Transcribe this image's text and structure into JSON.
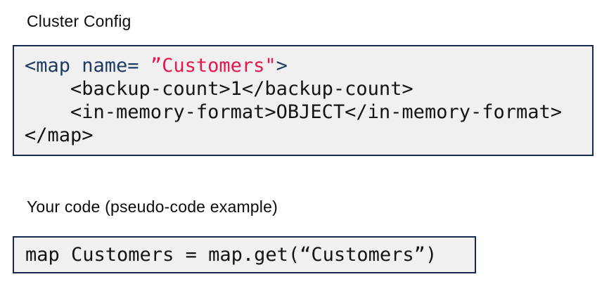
{
  "colors": {
    "code_block_background": "#f0f0f0",
    "code_block_border": "#17294d",
    "xml_tag_navy": "#1e3a5f",
    "string_red": "#e8174d",
    "code_text_black": "#141414",
    "heading_black": "#0b0b0b",
    "page_background": "#ffffff"
  },
  "cluster_config": {
    "heading": "Cluster Config",
    "code": {
      "line1_tag_open": "<map name= ",
      "line1_string": "”Customers\"",
      "line1_tag_close": ">",
      "line2": "    <backup-count>1</backup-count>",
      "line3": "    <in-memory-format>OBJECT</in-memory-format>",
      "line4": "</map>"
    }
  },
  "your_code": {
    "heading": "Your code (pseudo-code example)",
    "code": {
      "line1": "map Customers = map.get(“Customers”)"
    }
  }
}
